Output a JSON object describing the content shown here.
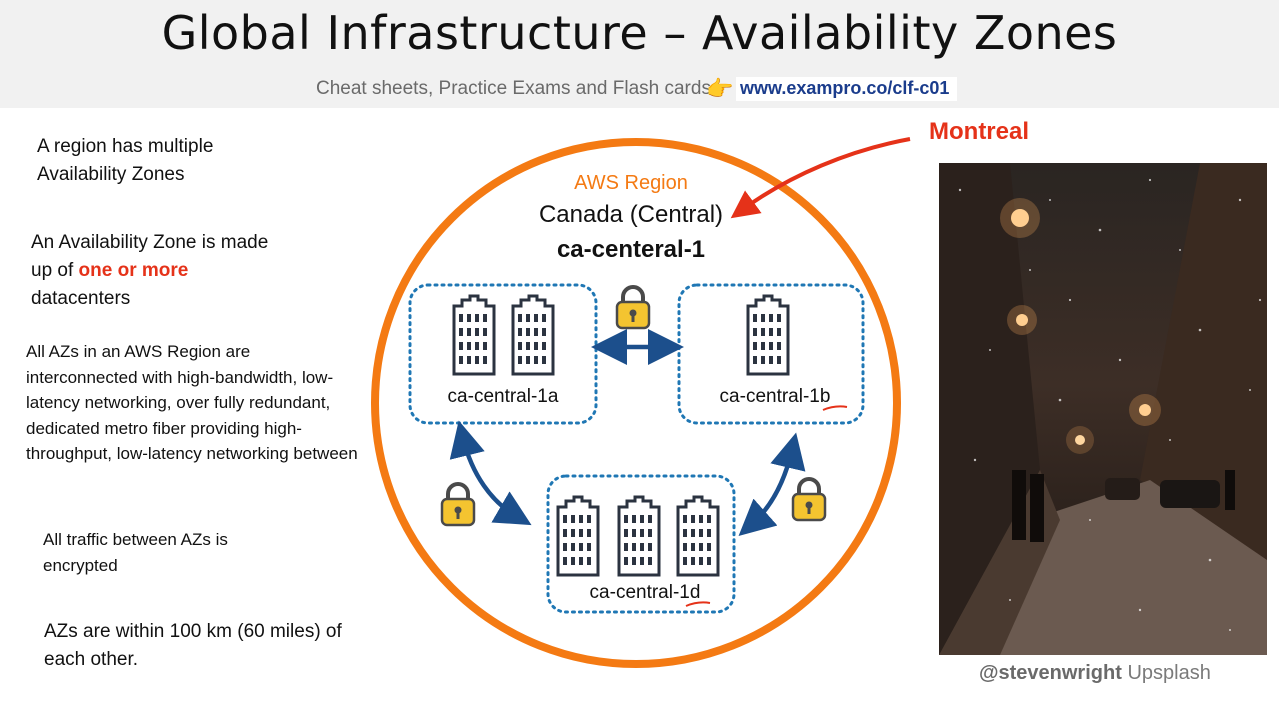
{
  "header": {
    "title": "Global Infrastructure – Availability Zones",
    "subtitle": "Cheat sheets, Practice Exams and Flash cards",
    "pointer_emoji": "👉",
    "url": "www.exampro.co/clf-c01"
  },
  "left_text": {
    "p1": "A region has multiple Availability Zones",
    "p2_before": "An Availability Zone is made up of",
    "p2_highlight": "one or more",
    "p2_after": "datacenters",
    "p3": "All AZs in an AWS Region are interconnected with high-bandwidth, low-latency networking, over fully redundant, dedicated metro fiber providing high-throughput, low-latency networking between",
    "p4": "All traffic between AZs is encrypted",
    "p5": "AZs are within 100 km (60 miles) of each other."
  },
  "region": {
    "label": "AWS Region",
    "name": "Canada (Central)",
    "code": "ca-centeral-1",
    "ring_color": "#f47a13"
  },
  "zones": [
    {
      "name": "ca-central-1a",
      "datacenters": 2
    },
    {
      "name": "ca-central-1b",
      "datacenters": 1
    },
    {
      "name": "ca-central-1d",
      "datacenters": 3
    }
  ],
  "icons": {
    "datacenter": "building-icon",
    "lock": "padlock-icon",
    "link": "double-arrow-icon"
  },
  "colors": {
    "zone_border": "#1f77b4",
    "arrow": "#1c4f8c",
    "accent_red": "#e53219",
    "lock": "#f4c430"
  },
  "annotation": {
    "city": "Montreal"
  },
  "photo": {
    "credit_user": "@stevenwright",
    "credit_source": "Upsplash"
  }
}
